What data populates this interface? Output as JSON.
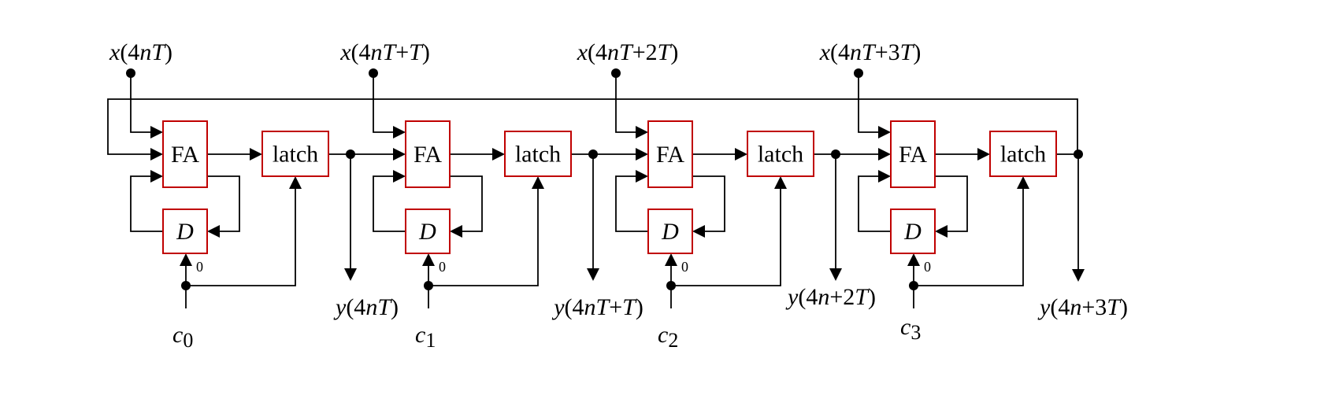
{
  "blocks": {
    "fa": "FA",
    "latch": "latch",
    "delay": "D",
    "init": "0"
  },
  "stages": [
    {
      "input": [
        {
          "t": "x",
          "i": 1
        },
        {
          "t": "(4"
        },
        {
          "t": "n",
          "i": 1
        },
        {
          "t": "T",
          "i": 1
        },
        {
          "t": ")"
        }
      ],
      "output": [
        {
          "t": "y",
          "i": 1
        },
        {
          "t": "(4"
        },
        {
          "t": "n",
          "i": 1
        },
        {
          "t": "T",
          "i": 1
        },
        {
          "t": ")"
        }
      ],
      "control": {
        "base": "c",
        "sub": "0"
      }
    },
    {
      "input": [
        {
          "t": "x",
          "i": 1
        },
        {
          "t": "(4"
        },
        {
          "t": "n",
          "i": 1
        },
        {
          "t": "T",
          "i": 1
        },
        {
          "t": "+"
        },
        {
          "t": "T",
          "i": 1
        },
        {
          "t": ")"
        }
      ],
      "output": [
        {
          "t": "y",
          "i": 1
        },
        {
          "t": "(4"
        },
        {
          "t": "n",
          "i": 1
        },
        {
          "t": "T",
          "i": 1
        },
        {
          "t": "+"
        },
        {
          "t": "T",
          "i": 1
        },
        {
          "t": ")"
        }
      ],
      "control": {
        "base": "c",
        "sub": "1"
      }
    },
    {
      "input": [
        {
          "t": "x",
          "i": 1
        },
        {
          "t": "(4"
        },
        {
          "t": "n",
          "i": 1
        },
        {
          "t": "T",
          "i": 1
        },
        {
          "t": "+2"
        },
        {
          "t": "T",
          "i": 1
        },
        {
          "t": ")"
        }
      ],
      "output": [
        {
          "t": "y",
          "i": 1
        },
        {
          "t": "(4"
        },
        {
          "t": "n",
          "i": 1
        },
        {
          "t": "+2"
        },
        {
          "t": "T",
          "i": 1
        },
        {
          "t": ")"
        }
      ],
      "control": {
        "base": "c",
        "sub": "2"
      }
    },
    {
      "input": [
        {
          "t": "x",
          "i": 1
        },
        {
          "t": "(4"
        },
        {
          "t": "n",
          "i": 1
        },
        {
          "t": "T",
          "i": 1
        },
        {
          "t": "+3"
        },
        {
          "t": "T",
          "i": 1
        },
        {
          "t": ")"
        }
      ],
      "output": [
        {
          "t": "y",
          "i": 1
        },
        {
          "t": "(4"
        },
        {
          "t": "n",
          "i": 1
        },
        {
          "t": "+3"
        },
        {
          "t": "T",
          "i": 1
        },
        {
          "t": ")"
        }
      ],
      "control": {
        "base": "c",
        "sub": "3"
      }
    }
  ]
}
